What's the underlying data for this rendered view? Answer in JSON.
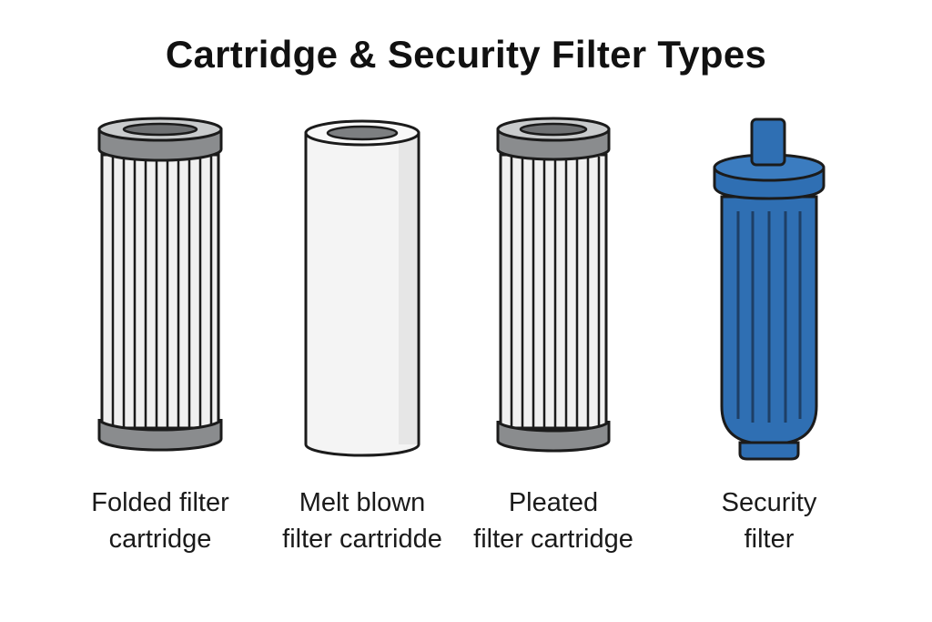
{
  "title": "Cartridge & Security Filter Types",
  "colors": {
    "gray_cap": "#8a8c8e",
    "gray_cap_top": "#c9cbcc",
    "white_body": "#f2f2f2",
    "blue": "#2f6fb3",
    "blue_dark": "#1e4f86",
    "outline": "#1b1b1b"
  },
  "filters": [
    {
      "label_line1": "Folded filter",
      "label_line2": "cartridge",
      "icon": "folded-filter-cartridge-icon"
    },
    {
      "label_line1": "Melt blown",
      "label_line2": "filter cartridde",
      "icon": "melt-blown-filter-cartridge-icon"
    },
    {
      "label_line1": "Pleated",
      "label_line2": "filter cartridge",
      "icon": "pleated-filter-cartridge-icon"
    },
    {
      "label_line1": "Security",
      "label_line2": "filter",
      "icon": "security-filter-icon"
    }
  ]
}
